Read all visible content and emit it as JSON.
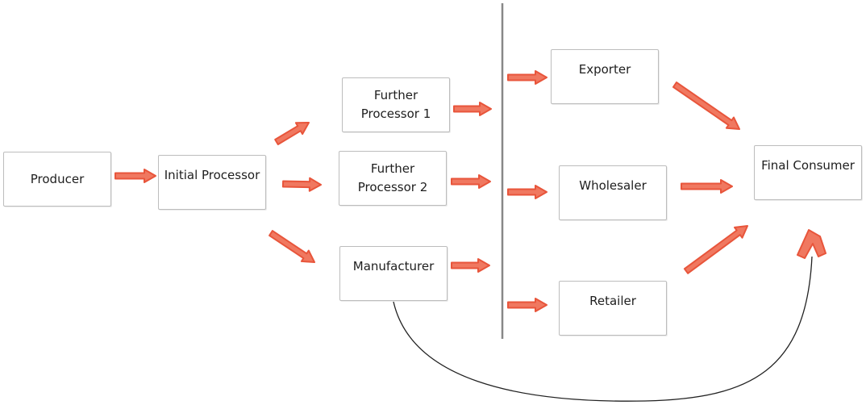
{
  "diagram": {
    "nodes": {
      "producer": "Producer",
      "initial_processor": "Initial Processor",
      "further_processor_1": "Further\nProcessor 1",
      "further_processor_2": "Further\nProcessor 2",
      "manufacturer": "Manufacturer",
      "exporter": "Exporter",
      "wholesaler": "Wholesaler",
      "retailer": "Retailer",
      "final_consumer": "Final Consumer"
    },
    "colors": {
      "arrow": "#f07860",
      "arrow_stroke": "#e8553b",
      "divider": "#888888",
      "curve": "#222222",
      "box_border": "#bdbdbd"
    }
  }
}
